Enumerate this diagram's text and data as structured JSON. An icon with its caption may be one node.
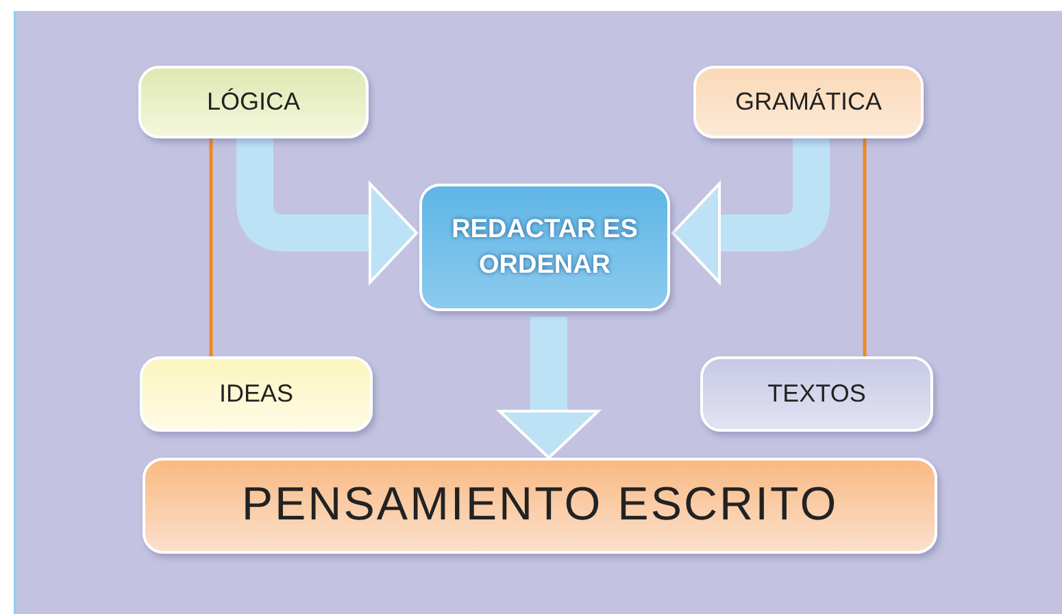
{
  "diagram": {
    "nodes": [
      {
        "text": [
          "LÓGICA"
        ]
      },
      {
        "text": [
          "GRAMÁTICA"
        ]
      },
      {
        "text": [
          "REDACTAR ES ORDENAR"
        ]
      },
      {
        "text": [
          "IDEAS"
        ]
      },
      {
        "text": [
          "TEXTOS"
        ]
      },
      {
        "text": [
          "PENSAMIENTO ESCRITO"
        ]
      }
    ],
    "edges": [
      {
        "from": 0,
        "to": 2,
        "arrow": "to"
      },
      {
        "from": 1,
        "to": 2,
        "arrow": "to"
      },
      {
        "from": 2,
        "to": 5,
        "arrow": "to"
      },
      {
        "from": 0,
        "to": 3,
        "arrow": "none",
        "color": "#f0891e"
      },
      {
        "from": 1,
        "to": 4,
        "arrow": "none",
        "color": "#f0891e"
      }
    ]
  }
}
